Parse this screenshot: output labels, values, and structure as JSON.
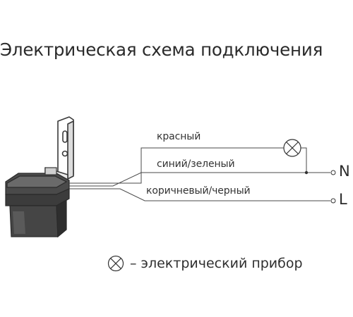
{
  "title": "Электрическая схема подключения",
  "wires": {
    "red": "красный",
    "blue_green": "синий/зеленый",
    "brown_black": "коричневый/черный"
  },
  "terminals": {
    "neutral": "N",
    "line": "L"
  },
  "legend": {
    "symbol_icon": "lamp-cross-icon",
    "text": "– электрический прибор"
  },
  "colors": {
    "ink": "#2b2b2b",
    "wire": "#4a4a4a",
    "device_body": "#3a3a3a"
  }
}
